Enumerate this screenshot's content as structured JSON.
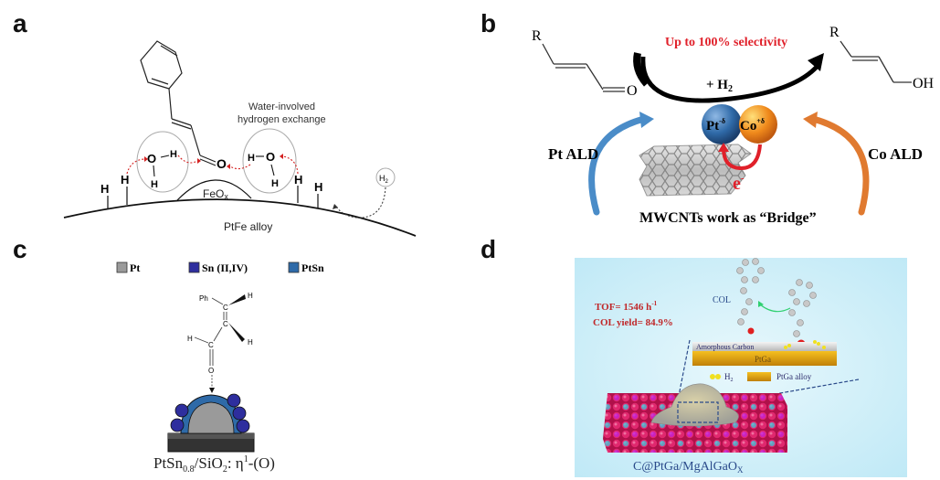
{
  "panels": {
    "a": {
      "label": "a",
      "annotation_line1": "Water-involved",
      "annotation_line2": "hydrogen exchange",
      "oxide_label": "FeO",
      "oxide_sub": "x",
      "alloy_label": "PtFe alloy",
      "h_atom": "H",
      "oxygen_atom": "O",
      "h2_main": "H",
      "h2_sub": "2"
    },
    "b": {
      "label": "b",
      "reactant_r": "R",
      "reactant_o": "O",
      "product_r": "R",
      "product_oh": "OH",
      "selectivity": "Up to 100% selectivity",
      "reagent_main": "+ H",
      "reagent_sub": "2",
      "pt_label": "Pt",
      "pt_charge": "-δ",
      "co_label": "Co",
      "co_charge": "+δ",
      "electron": "e",
      "electron_sup": "-",
      "left_process": "Pt ALD",
      "right_process": "Co ALD",
      "caption": "MWCNTs work as “Bridge”",
      "colors": {
        "pt": "#2f6aa8",
        "co": "#f08a1c",
        "selectivity": "#e0202a",
        "left_arrow": "#4a8cc8",
        "right_arrow": "#e07a30"
      }
    },
    "c": {
      "label": "c",
      "legend": [
        {
          "label": "Pt",
          "color": "#9a9a9a"
        },
        {
          "label": "Sn (II,IV)",
          "color": "#2e2e9e"
        },
        {
          "label": "PtSn",
          "color": "#2e6aa8"
        }
      ],
      "ph": "Ph",
      "h": "H",
      "c": "C",
      "o": "O",
      "caption_main": "PtSn",
      "caption_sub": "0.8",
      "caption_mid": "/SiO",
      "caption_sub2": "2",
      "caption_end": ": η",
      "caption_sup": "1",
      "caption_tail": "-(O)"
    },
    "d": {
      "label": "d",
      "tof_main": "TOF= 1546 h",
      "tof_sup": "-1",
      "yield": "COL yield= 84.9%",
      "col_label": "COL",
      "carbon_layer": "Amorphous Carbon",
      "ptga_layer": "PtGa",
      "legend_h2_main": "H",
      "legend_h2_sub": "2",
      "legend_alloy": "PtGa alloy",
      "caption_main": "C@PtGa/MgAlGaO",
      "caption_sub": "X",
      "colors": {
        "background": "#cfeef8",
        "text_red": "#c0282a",
        "text_blue": "#2a4a8a",
        "ptga": "#e0a010"
      }
    }
  }
}
